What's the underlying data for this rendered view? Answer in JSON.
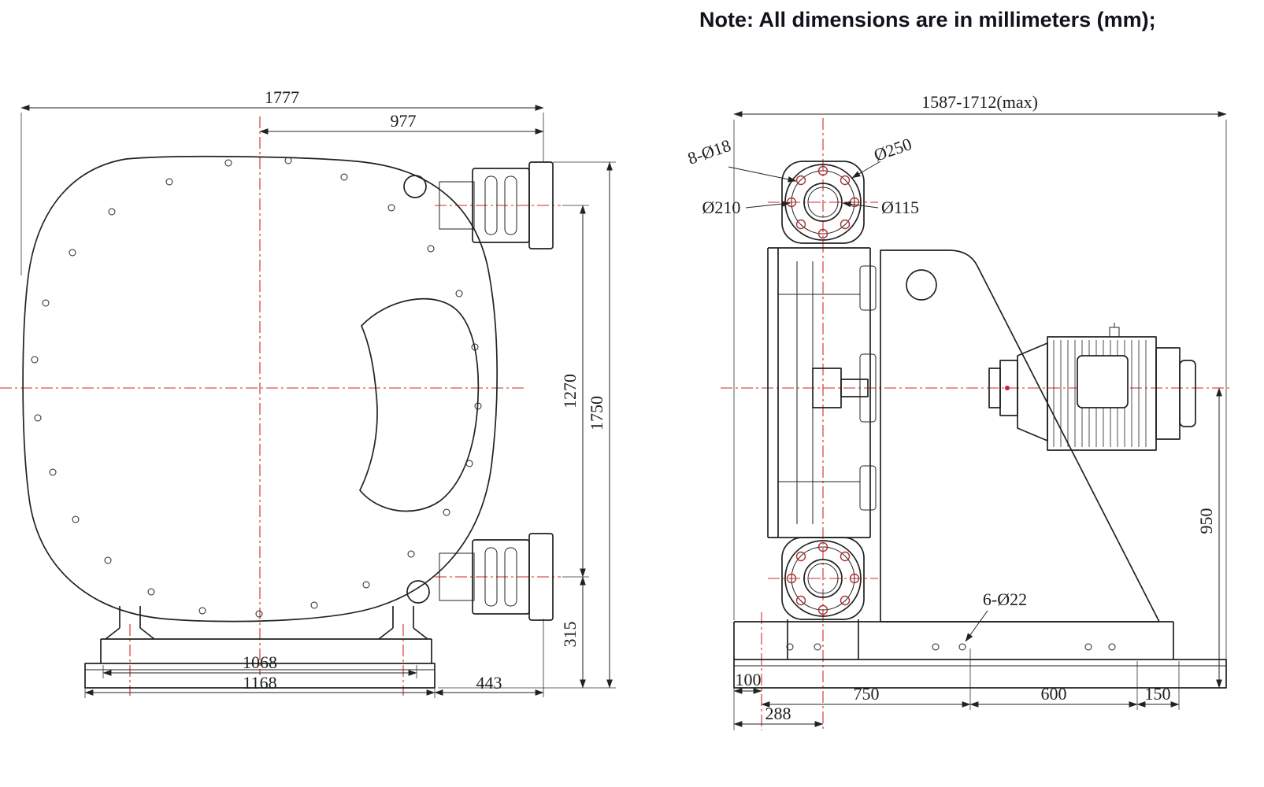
{
  "note": "Note: All dimensions are in millimeters (mm);",
  "front_view": {
    "overall_width": "1777",
    "center_to_right": "977",
    "port_spacing": "1270",
    "overall_height": "1750",
    "port_to_base": "315",
    "base_width_inner": "1068",
    "base_width_outer": "1168",
    "right_overhang": "443"
  },
  "side_view": {
    "overall_width": "1587-1712(max)",
    "flange_bolt_holes": "8-Ø18",
    "flange_od": "Ø250",
    "flange_bolt_circle": "Ø210",
    "flange_bore": "Ø115",
    "center_height": "950",
    "anchor_holes": "6-Ø22",
    "base_dim_100": "100",
    "base_dim_750": "750",
    "base_dim_600": "600",
    "base_dim_150": "150",
    "base_dim_288": "288"
  },
  "colors": {
    "outline": "#222222",
    "centerline": "#cc2a2a",
    "flange_hole": "#b03030"
  }
}
